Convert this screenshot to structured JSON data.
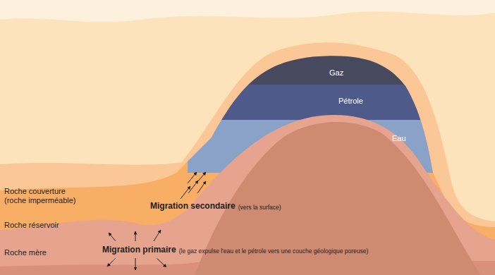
{
  "diagram": {
    "nodes": [
      {
        "text": [
          "Gaz"
        ]
      },
      {
        "text": [
          "Pétrole"
        ]
      },
      {
        "text": [
          "Eau"
        ]
      },
      {
        "text": [
          "Roche couverture (roche imperméable)"
        ]
      },
      {
        "text": [
          "Roche réservoir"
        ]
      },
      {
        "text": [
          "Roche mère"
        ]
      }
    ],
    "labels": [
      "Migration secondaire",
      "(vers la surface)",
      "Migration primaire",
      "(le gaz expulse l'eau et le pétrole vers une couche géologique poreuse)"
    ]
  }
}
